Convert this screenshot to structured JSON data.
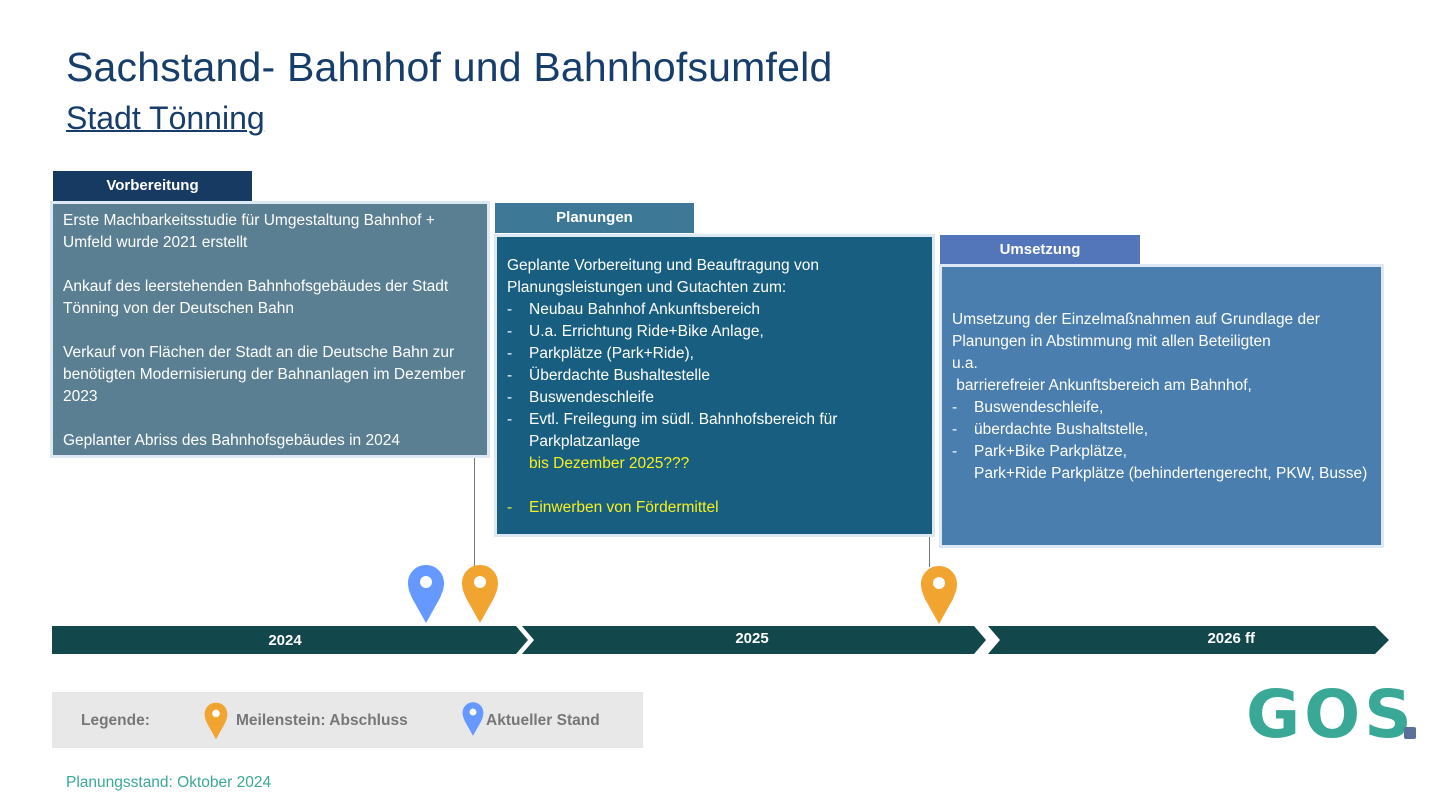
{
  "title": "Sachstand- Bahnhof und Bahnhofsumfeld",
  "subtitle": "Stadt Tönning",
  "phases": [
    {
      "label": "Vorbereitung",
      "paragraphs": [
        "Erste Machbarkeitsstudie für Umgestaltung Bahnhof + Umfeld wurde 2021 erstellt",
        "Ankauf des leerstehenden Bahnhofsgebäudes der Stadt Tönning von der Deutschen Bahn",
        "Verkauf von Flächen der Stadt an die Deutsche Bahn zur benötigten Modernisierung der Bahnanlagen im Dezember 2023",
        "Geplanter Abriss des Bahnhofsgebäudes in 2024"
      ]
    },
    {
      "label": "Planungen",
      "intro": "Geplante Vorbereitung und  Beauftragung von Planungsleistungen und Gutachten zum:",
      "items": [
        "Neubau Bahnhof Ankunftsbereich",
        "U.a. Errichtung Ride+Bike Anlage,",
        "Parkplätze (Park+Ride),",
        "Überdachte Bushaltestelle",
        "Buswendeschleife",
        "Evtl. Freilegung im südl. Bahnhofsbereich für Parkplatzanlage"
      ],
      "deadline": "bis Dezember 2025???",
      "funding": "Einwerben von Fördermittel"
    },
    {
      "label": "Umsetzung",
      "intro": "Umsetzung der Einzelmaßnahmen auf Grundlage der Planungen in Abstimmung mit allen Beteiligten",
      "ua": "u.a.",
      "sub": " barrierefreier Ankunftsbereich am Bahnhof,",
      "items": [
        "Buswendeschleife,",
        "überdachte Bushaltstelle,",
        "Park+Bike Parkplätze,"
      ],
      "continuation": "Park+Ride Parkplätze (behindertengerecht, PKW, Busse)"
    }
  ],
  "timeline": [
    "2024",
    "2025",
    "2026 ff"
  ],
  "legend": {
    "label": "Legende:",
    "milestone": "Meilenstein: Abschluss",
    "current": "Aktueller Stand"
  },
  "colors": {
    "milestone": "#f2a431",
    "current": "#6699ff",
    "timeline": "#12474c"
  },
  "footer": "Planungsstand: Oktober 2024",
  "logo": "GOS"
}
